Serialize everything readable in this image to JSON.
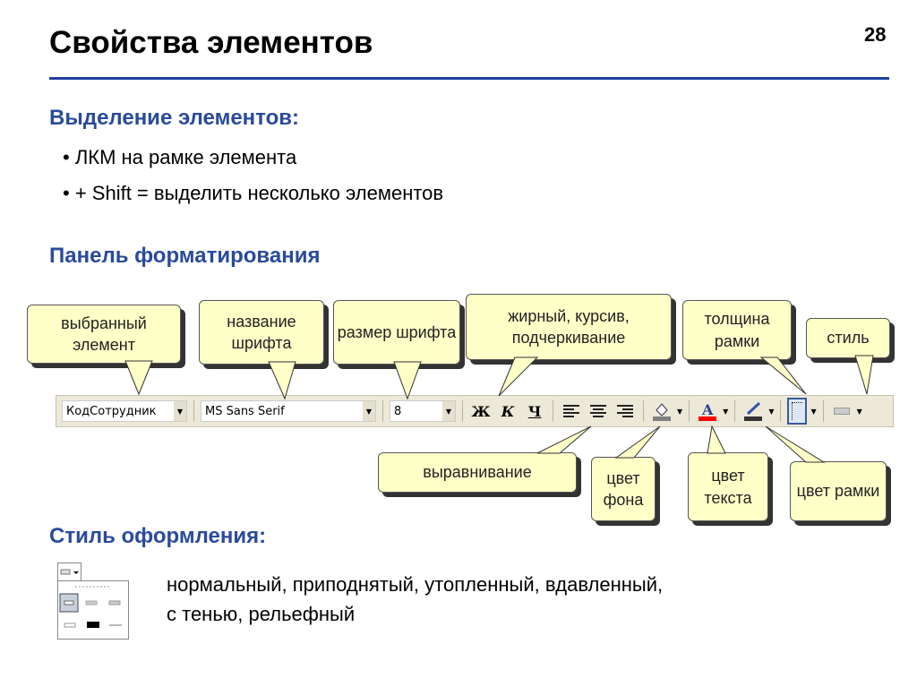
{
  "title": "Свойства элементов",
  "page_number": "28",
  "selection": {
    "heading": "Выделение элементов:",
    "bullets": [
      "ЛКМ на рамке элемента",
      "+ Shift = выделить несколько элементов"
    ]
  },
  "format_panel": {
    "heading": "Панель форматирования"
  },
  "toolbar": {
    "element": "КодСотрудник",
    "font": "MS Sans Serif",
    "size": "8",
    "bold": "Ж",
    "italic": "К",
    "underline": "Ч",
    "fill_color": "#808080",
    "text_color": "#ff0000",
    "border_color": "#333333"
  },
  "callouts": {
    "selected": "выбранный элемент",
    "font_name": "название шрифта",
    "font_size": "размер шрифта",
    "bis": "жирный, курсив, подчеркивание",
    "thickness": "толщина рамки",
    "style": "стиль",
    "align": "выравнивание",
    "bg": "цвет фона",
    "text": "цвет текста",
    "border": "цвет рамки"
  },
  "style_section": {
    "heading": "Стиль оформления:",
    "line1": "нормальный, приподнятый, утопленный, вдавленный,",
    "line2": "с тенью, рельефный"
  }
}
